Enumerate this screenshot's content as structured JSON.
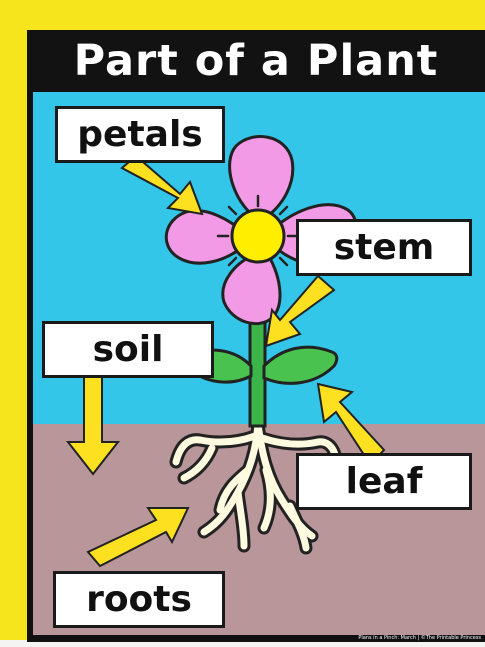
{
  "poster": {
    "title": "Part of a Plant",
    "credit": "Plans in a Pinch: March | ©The Printable Princess"
  },
  "labels": {
    "petals": "petals",
    "stem": "stem",
    "soil": "soil",
    "leaf": "leaf",
    "roots": "roots"
  },
  "colors": {
    "frame": "#f6e51c",
    "sky": "#33c6e8",
    "soil": "#b8969a",
    "petal": "#f29ae6",
    "flower_center": "#ffee00",
    "stem": "#3bb54a",
    "leaf": "#49c24f",
    "arrow": "#fde020",
    "root": "#fffbe0"
  }
}
